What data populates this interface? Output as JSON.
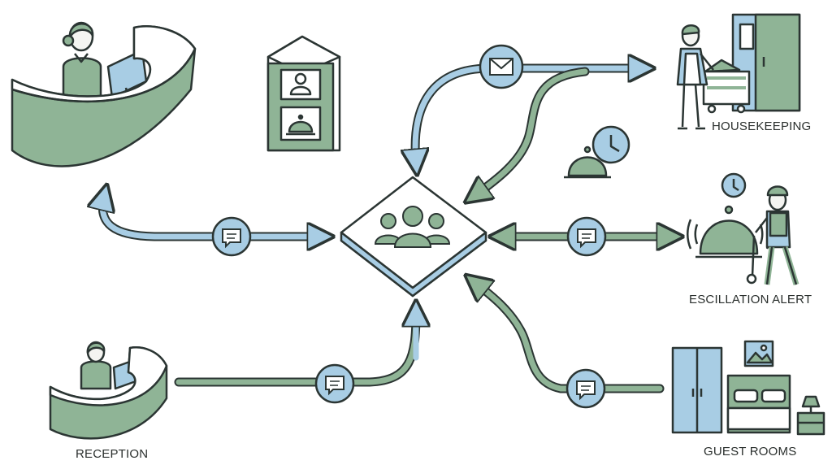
{
  "labels": {
    "housekeeping": "HOUSEKEEPING",
    "escalation": "ESCILLATION ALERT",
    "guest_rooms": "GUEST ROOMS",
    "reception": "RECEPTION"
  },
  "colors": {
    "green": "#8fb496",
    "green_light": "#a9c8ae",
    "blue": "#a8cde4",
    "stroke": "#2b3533",
    "skin": "#f4f4f1"
  },
  "icons": [
    "reception-desk-icon",
    "staff-kiosk-icon",
    "envelope-icon",
    "chat-bubble-icon",
    "team-group-icon",
    "service-bell-icon",
    "clock-icon",
    "housekeeper-icon",
    "maintenance-worker-icon",
    "wardrobe-icon",
    "bed-icon",
    "nightstand-lamp-icon",
    "picture-frame-icon",
    "door-icon"
  ]
}
